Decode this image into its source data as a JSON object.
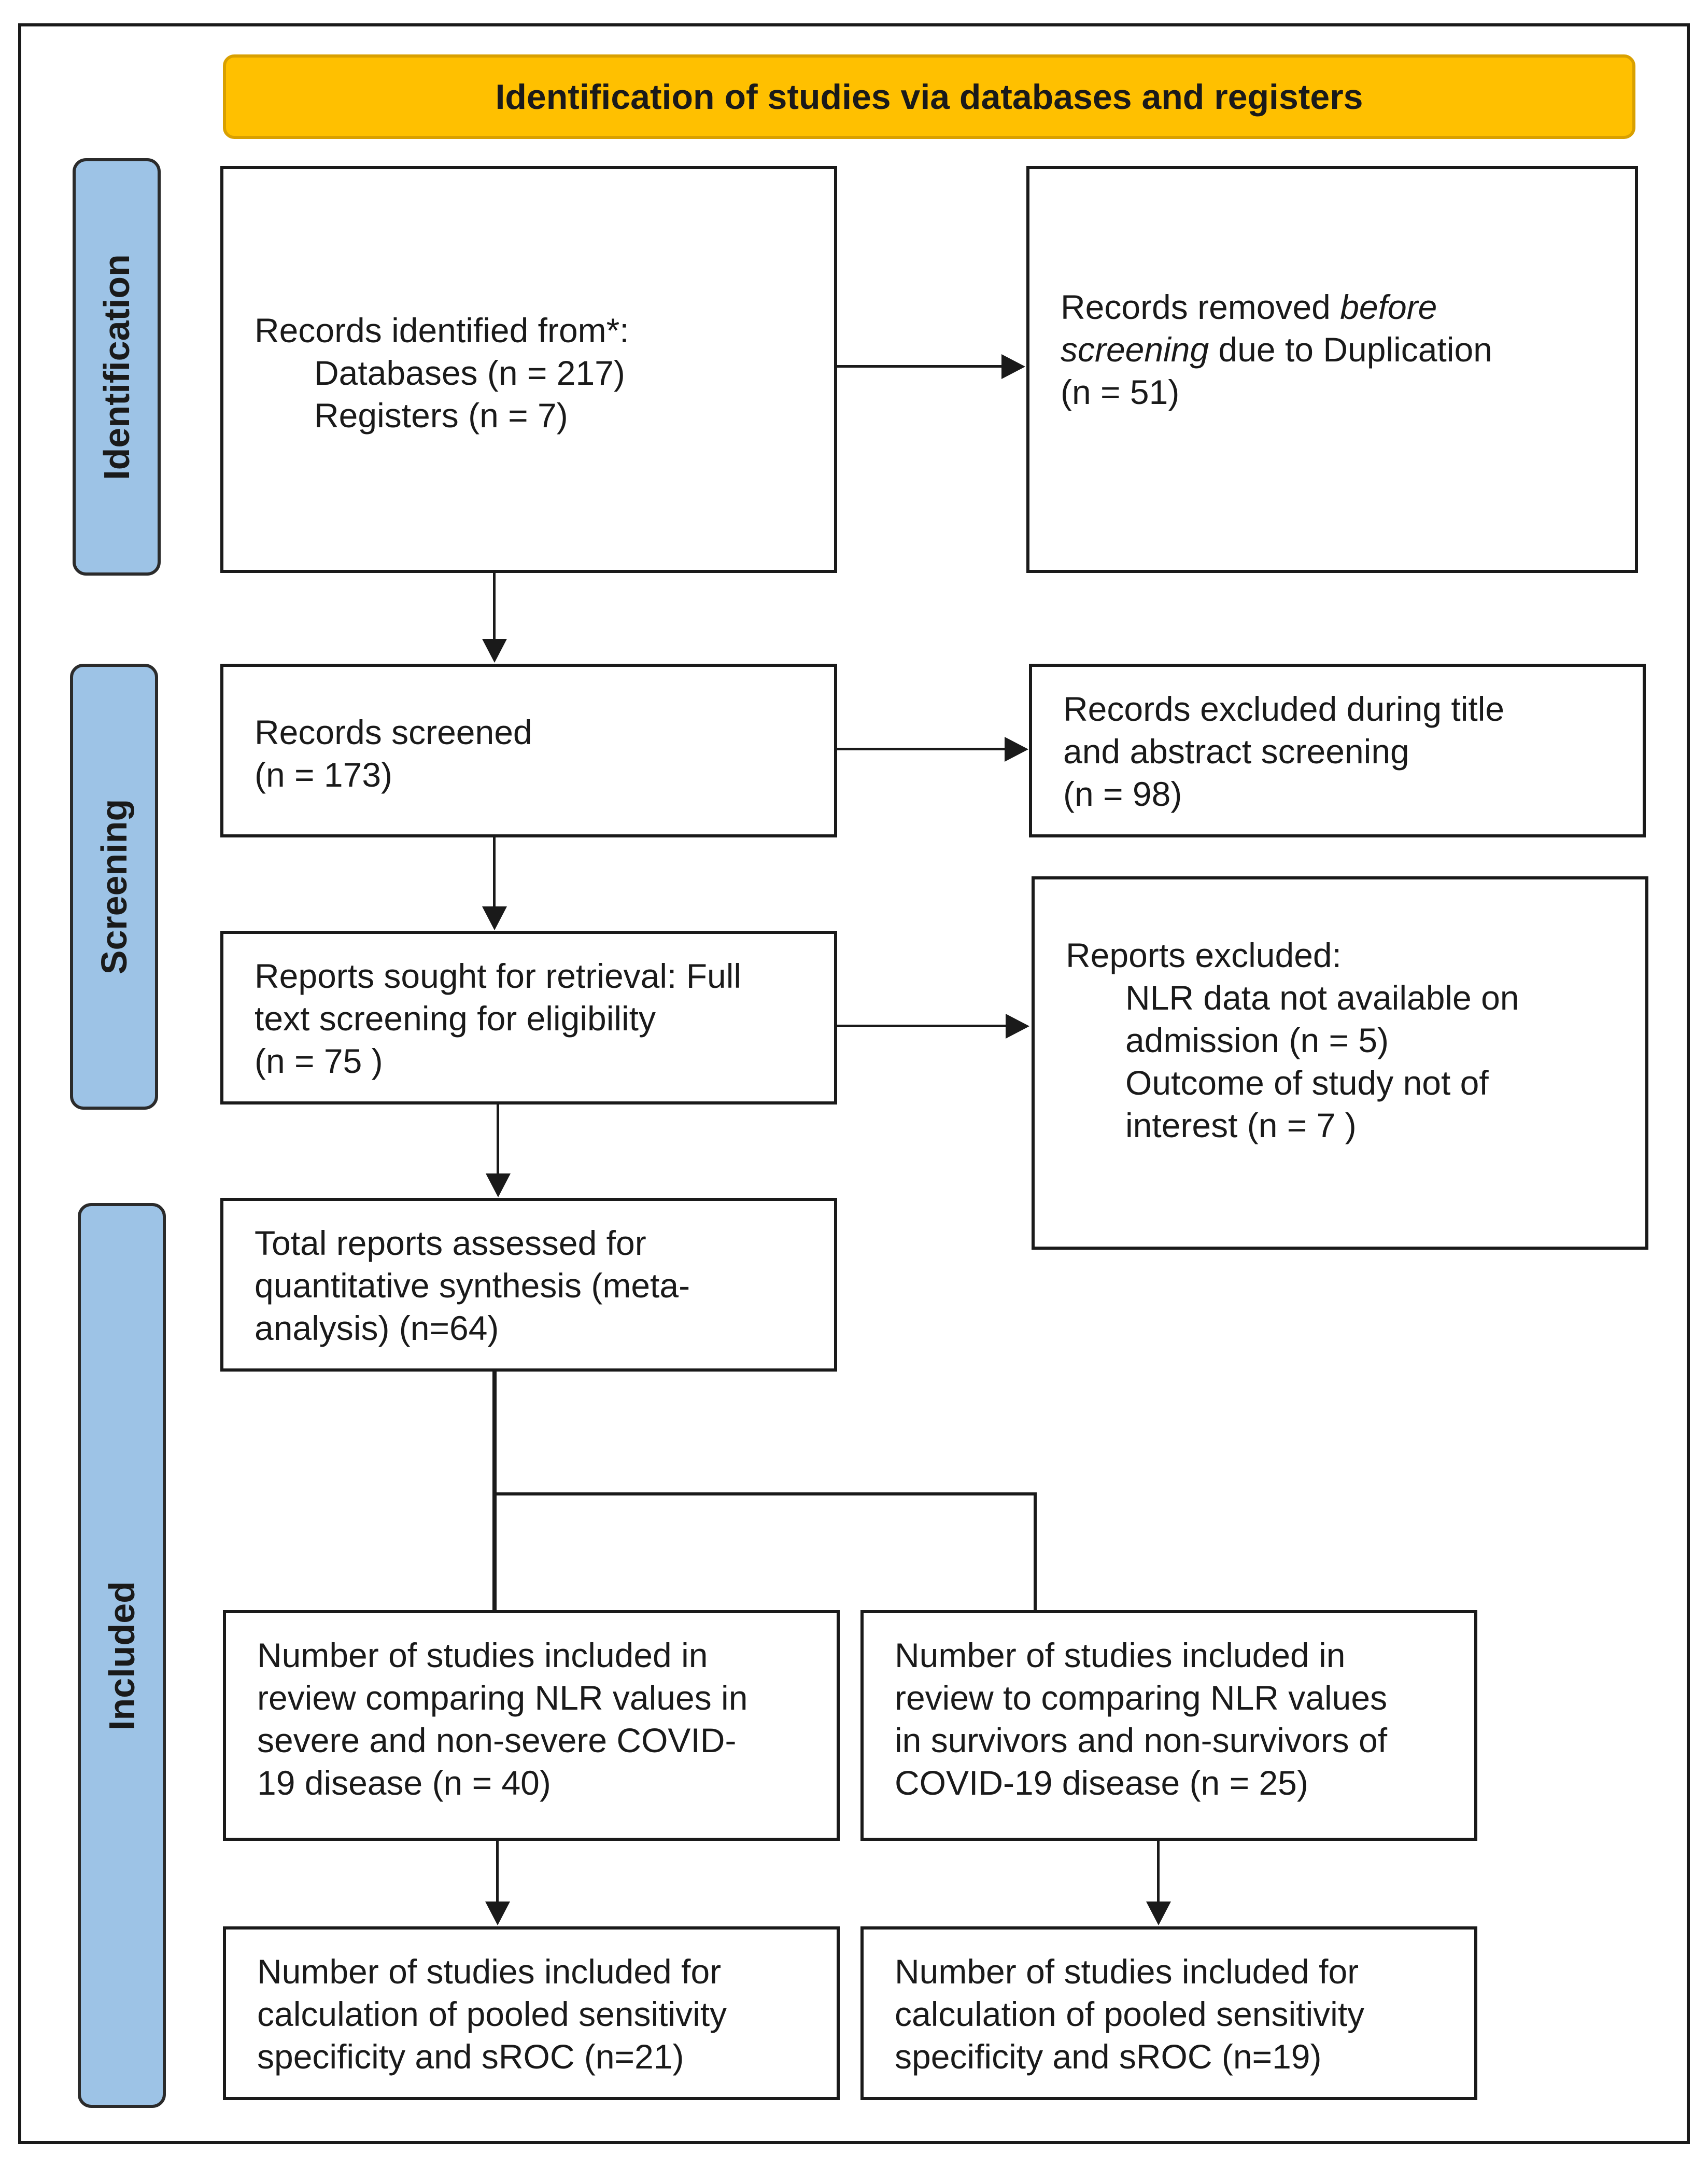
{
  "header": {
    "title": "Identification of studies via databases and registers"
  },
  "phases": {
    "identification": "Identification",
    "screening": "Screening",
    "included": "Included"
  },
  "boxes": {
    "records_identified": {
      "line1": "Records identified from*:",
      "line2": "Databases (n = 217)",
      "line3": "Registers (n = 7)"
    },
    "records_removed": {
      "line1a": "Records removed ",
      "line1b": "before",
      "line2a": "screening",
      "line2b": " due to Duplication",
      "line3": "(n = 51)"
    },
    "records_screened": {
      "line1": "Records screened",
      "line2": "(n = 173)"
    },
    "records_excluded": {
      "line1": "Records excluded during title",
      "line2": "and abstract screening",
      "line3": "(n = 98)"
    },
    "reports_sought": {
      "line1": "Reports sought for retrieval: Full",
      "line2": "text screening for eligibility",
      "line3": "(n = 75 )"
    },
    "reports_excluded": {
      "line1": "Reports excluded:",
      "line2": "NLR data not available on",
      "line3": "admission (n = 5)",
      "line4": "Outcome of study not of",
      "line5": "interest (n = 7 )"
    },
    "total_reports": {
      "line1": "Total reports assessed for",
      "line2": "quantitative synthesis (meta-",
      "line3": "analysis) (n=64)"
    },
    "severe_review": {
      "line1": "Number of studies included in",
      "line2": "review comparing NLR values in",
      "line3": "severe and non-severe COVID-",
      "line4": "19 disease (n = 40)"
    },
    "survivor_review": {
      "line1": "Number of studies included in",
      "line2": "review to comparing NLR values",
      "line3": "in survivors and non-survivors of",
      "line4": "COVID-19 disease (n = 25)"
    },
    "severe_pooled": {
      "line1": "Number of studies included for",
      "line2": "calculation of pooled sensitivity",
      "line3": "specificity and sROC (n=21)"
    },
    "survivor_pooled": {
      "line1": "Number of studies included for",
      "line2": "calculation of pooled sensitivity",
      "line3": "specificity and sROC (n=19)"
    }
  }
}
